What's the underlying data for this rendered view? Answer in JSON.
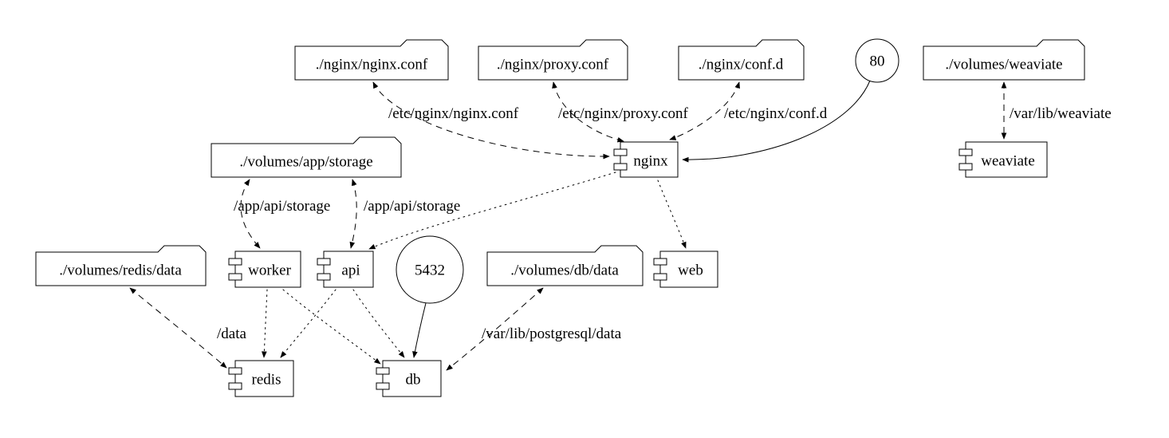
{
  "diagram": {
    "nodes": {
      "nginx_conf": {
        "label": "./nginx/nginx.conf",
        "type": "folder"
      },
      "proxy_conf": {
        "label": "./nginx/proxy.conf",
        "type": "folder"
      },
      "conf_d": {
        "label": "./nginx/conf.d",
        "type": "folder"
      },
      "port_80": {
        "label": "80",
        "type": "port"
      },
      "volumes_weaviate": {
        "label": "./volumes/weaviate",
        "type": "folder"
      },
      "volumes_app_storage": {
        "label": "./volumes/app/storage",
        "type": "folder"
      },
      "nginx": {
        "label": "nginx",
        "type": "component"
      },
      "weaviate": {
        "label": "weaviate",
        "type": "component"
      },
      "volumes_redis_data": {
        "label": "./volumes/redis/data",
        "type": "folder"
      },
      "worker": {
        "label": "worker",
        "type": "component"
      },
      "api": {
        "label": "api",
        "type": "component"
      },
      "port_5432": {
        "label": "5432",
        "type": "port"
      },
      "volumes_db_data": {
        "label": "./volumes/db/data",
        "type": "folder"
      },
      "web": {
        "label": "web",
        "type": "component"
      },
      "redis": {
        "label": "redis",
        "type": "component"
      },
      "db": {
        "label": "db",
        "type": "component"
      }
    },
    "edge_labels": {
      "nginx_conf_mount": "/etc/nginx/nginx.conf",
      "proxy_conf_mount": "/etc/nginx/proxy.conf",
      "conf_d_mount": "/etc/nginx/conf.d",
      "weaviate_mount": "/var/lib/weaviate",
      "worker_storage_mount": "/app/api/storage",
      "api_storage_mount": "/app/api/storage",
      "redis_mount": "/data",
      "db_mount": "/var/lib/postgresql/data"
    },
    "colors": {
      "stroke": "#000000",
      "fill": "#ffffff"
    }
  }
}
